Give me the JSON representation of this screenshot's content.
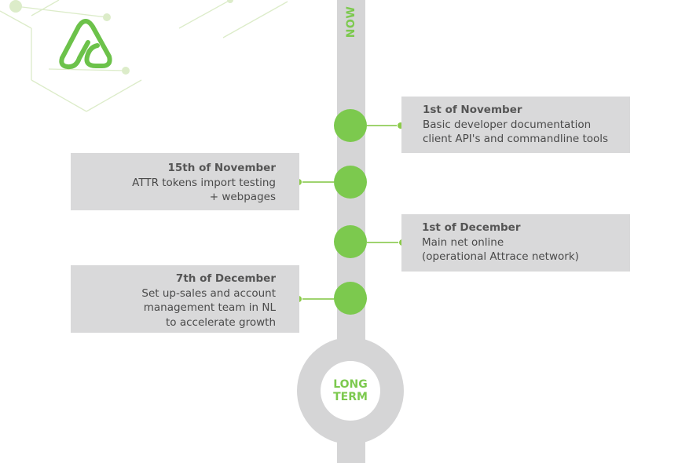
{
  "timeline": {
    "now_label": "NOW",
    "long_term_line1": "LONG",
    "long_term_line2": "TERM",
    "milestones": [
      {
        "side": "right",
        "date": "1st of November",
        "lines": [
          "Basic developer documentation",
          "client API's and commandline tools"
        ]
      },
      {
        "side": "left",
        "date": "15th of November",
        "lines": [
          "ATTR tokens import testing",
          "+ webpages"
        ]
      },
      {
        "side": "right",
        "date": "1st of December",
        "lines": [
          "Main net online",
          "(operational Attrace network)"
        ]
      },
      {
        "side": "left",
        "date": "7th of December",
        "lines": [
          "Set up-sales and account",
          "management team in NL",
          "to accelerate growth"
        ]
      }
    ]
  },
  "colors": {
    "accent": "#7cc94e",
    "spine": "#d5d5d6",
    "card": "#d9d9da",
    "text": "#4a4a4a"
  },
  "icons": {
    "logo": "attrace-logo-icon",
    "network": "network-decoration-icon"
  }
}
